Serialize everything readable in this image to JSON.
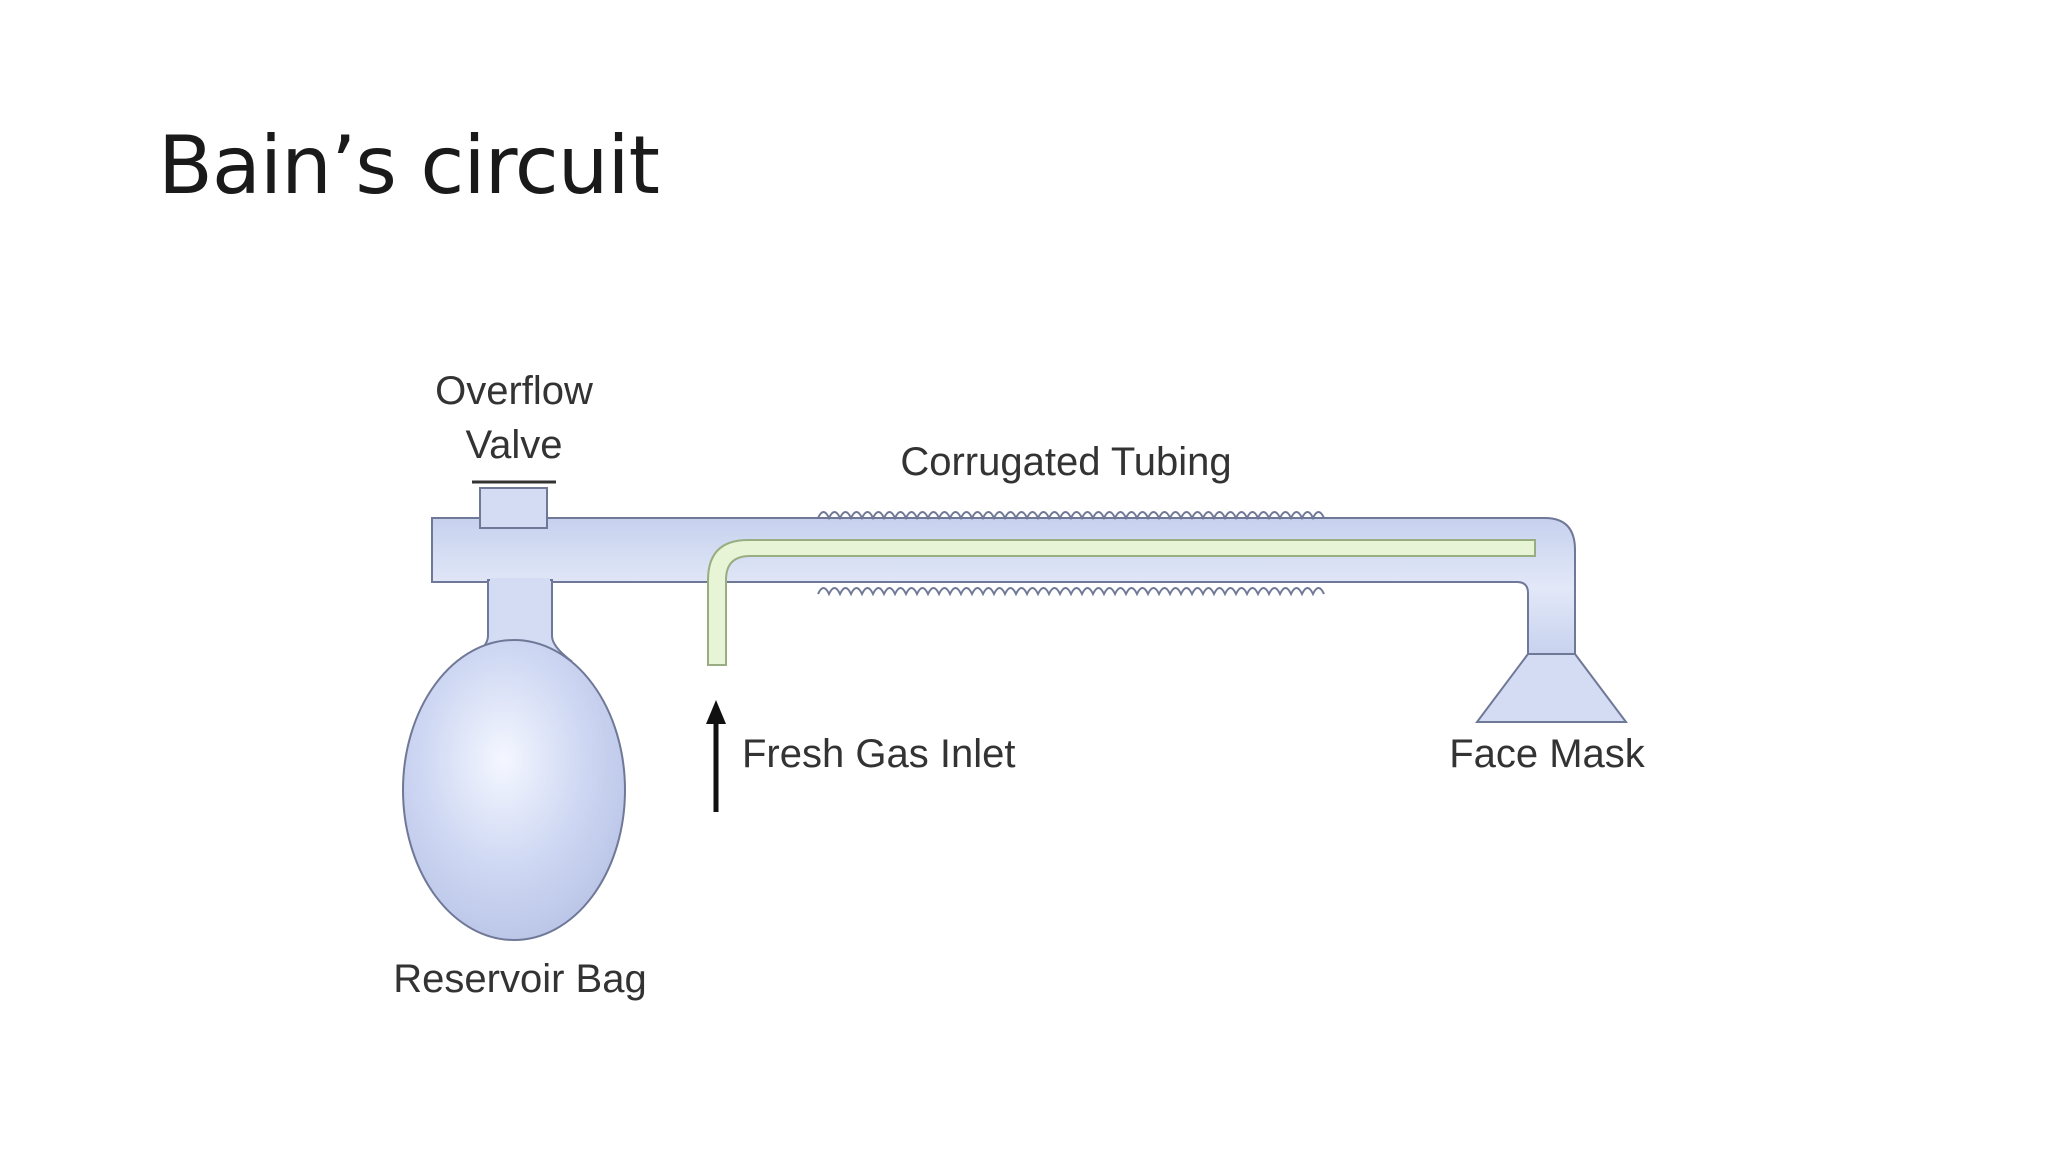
{
  "slide": {
    "title": "Bain’s circuit"
  },
  "diagram": {
    "labels": {
      "overflow_valve_line1": "Overflow",
      "overflow_valve_line2": "Valve",
      "corrugated_tubing": "Corrugated Tubing",
      "fresh_gas_inlet": "Fresh Gas Inlet",
      "face_mask": "Face Mask",
      "reservoir_bag": "Reservoir Bag"
    },
    "colors": {
      "tube_fill": "#d3dcf3",
      "tube_stroke": "#6f7896",
      "inner_tube_fill": "#e8f4d6",
      "inner_tube_stroke": "#98ae82",
      "arrow": "#111111",
      "label_text": "#333333"
    }
  }
}
